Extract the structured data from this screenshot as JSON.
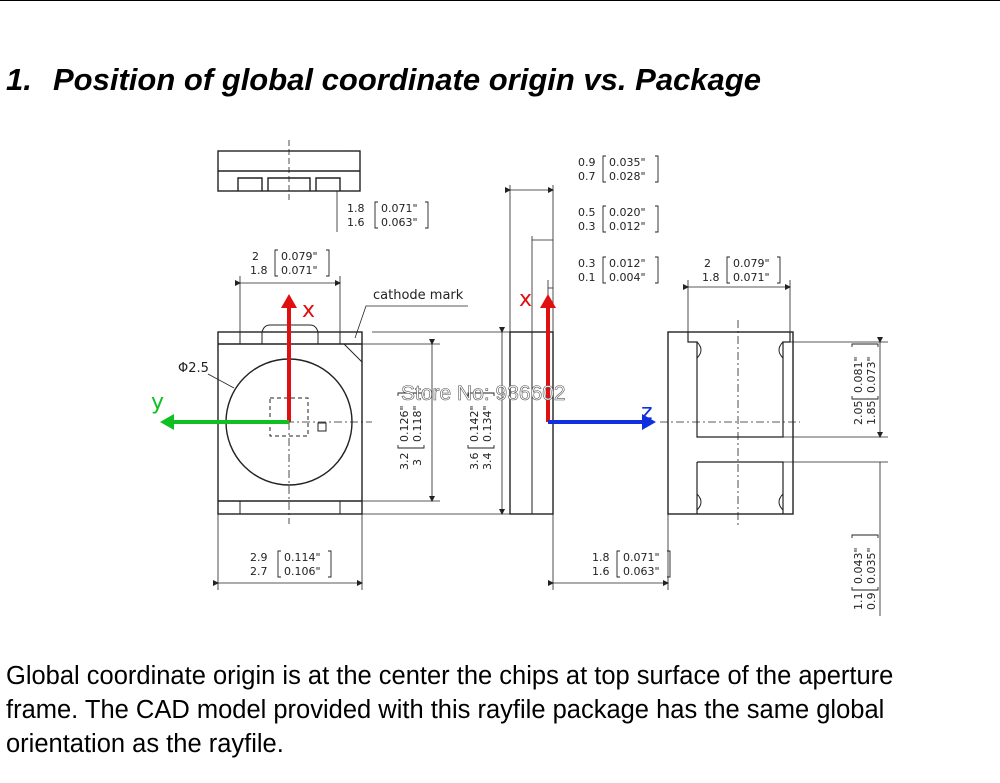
{
  "heading": {
    "number": "1.",
    "title": "Position of global coordinate origin vs. Package"
  },
  "paragraph": {
    "lines": [
      "Global coordinate origin is at the center the chips at top surface of the aperture",
      "frame. The CAD model provided with this rayfile package has the same global",
      "orientation as the rayfile."
    ]
  },
  "drawing": {
    "cathode_label": "cathode mark",
    "diameter_label": "Φ2.5",
    "watermark": "Store No: 936602",
    "axes": {
      "x": "x",
      "y": "y",
      "z": "z",
      "side_x": "x"
    },
    "colors": {
      "x_axis": "#e01010",
      "y_axis": "#10c020",
      "z_axis": "#1030e0"
    },
    "dims": {
      "d_top_side_h": {
        "max": "1.8",
        "min": "1.6",
        "in_max": "0.071\"",
        "in_min": "0.063\""
      },
      "d_top_w": {
        "max": "2",
        "min": "1.8",
        "in_max": "0.079\"",
        "in_min": "0.071\""
      },
      "d_bottom_w": {
        "max": "2.9",
        "min": "2.7",
        "in_max": "0.114\"",
        "in_min": "0.106\""
      },
      "d_height_inner": {
        "max": "3.2",
        "min": "3",
        "in_max": "0.126\"",
        "in_min": "0.118\""
      },
      "d_height_outer": {
        "max": "3.6",
        "min": "3.4",
        "in_max": "0.142\"",
        "in_min": "0.134\""
      },
      "d_side_total": {
        "max": "0.9",
        "min": "0.7",
        "in_max": "0.035\"",
        "in_min": "0.028\""
      },
      "d_side_mid": {
        "max": "0.5",
        "min": "0.3",
        "in_max": "0.020\"",
        "in_min": "0.012\""
      },
      "d_side_thin": {
        "max": "0.3",
        "min": "0.1",
        "in_max": "0.012\"",
        "in_min": "0.004\""
      },
      "d_side_bottom": {
        "max": "1.8",
        "min": "1.6",
        "in_max": "0.071\"",
        "in_min": "0.063\""
      },
      "d_back_w": {
        "max": "2",
        "min": "1.8",
        "in_max": "0.079\"",
        "in_min": "0.071\""
      },
      "d_pad_h": {
        "max": "2.05",
        "min": "1.85",
        "in_max": "0.081\"",
        "in_min": "0.073\""
      },
      "d_pad_gap": {
        "max": "1.1",
        "min": "0.9",
        "in_max": "0.043\"",
        "in_min": "0.035\""
      }
    }
  }
}
